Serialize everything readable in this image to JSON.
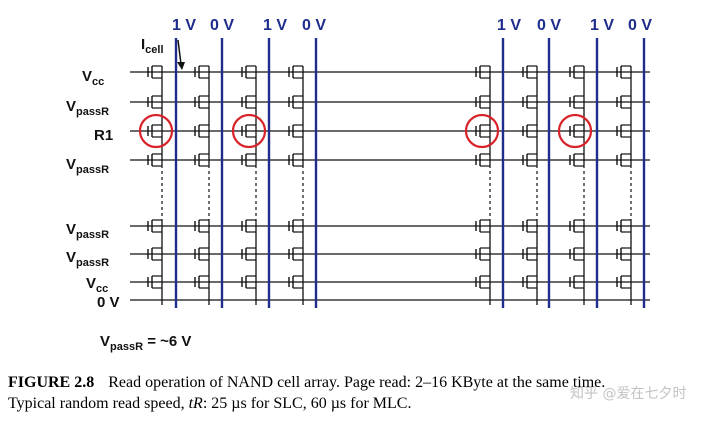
{
  "bitline_voltages": [
    "1 V",
    "0 V",
    "1 V",
    "0 V",
    "1 V",
    "0 V",
    "1 V",
    "0 V"
  ],
  "icell": {
    "main": "I",
    "sub": "cell"
  },
  "rows": [
    {
      "main": "V",
      "sub": "cc"
    },
    {
      "main": "V",
      "sub": "passR"
    },
    {
      "main": "R1",
      "sub": ""
    },
    {
      "main": "V",
      "sub": "passR"
    },
    {
      "main": "V",
      "sub": "passR"
    },
    {
      "main": "V",
      "sub": "passR"
    },
    {
      "main": "V",
      "sub": "cc"
    },
    {
      "main": "0 V",
      "sub": ""
    }
  ],
  "vpass_note": {
    "main": "V",
    "sub": "passR",
    "rest": " = ~6 V"
  },
  "caption": {
    "figure_label": "FIGURE 2.8",
    "line1": "Read operation of NAND cell array. Page read: 2–16 KByte at the same time.",
    "line2_prefix": "Typical random read speed, ",
    "line2_italic": "tR",
    "line2_suffix": ": 25 µs for SLC, 60 µs for MLC."
  },
  "watermark": "知乎 @爱在七夕时",
  "colors": {
    "bitline": "#1f2d8c",
    "circle": "#d8232a",
    "wire": "#111111"
  }
}
